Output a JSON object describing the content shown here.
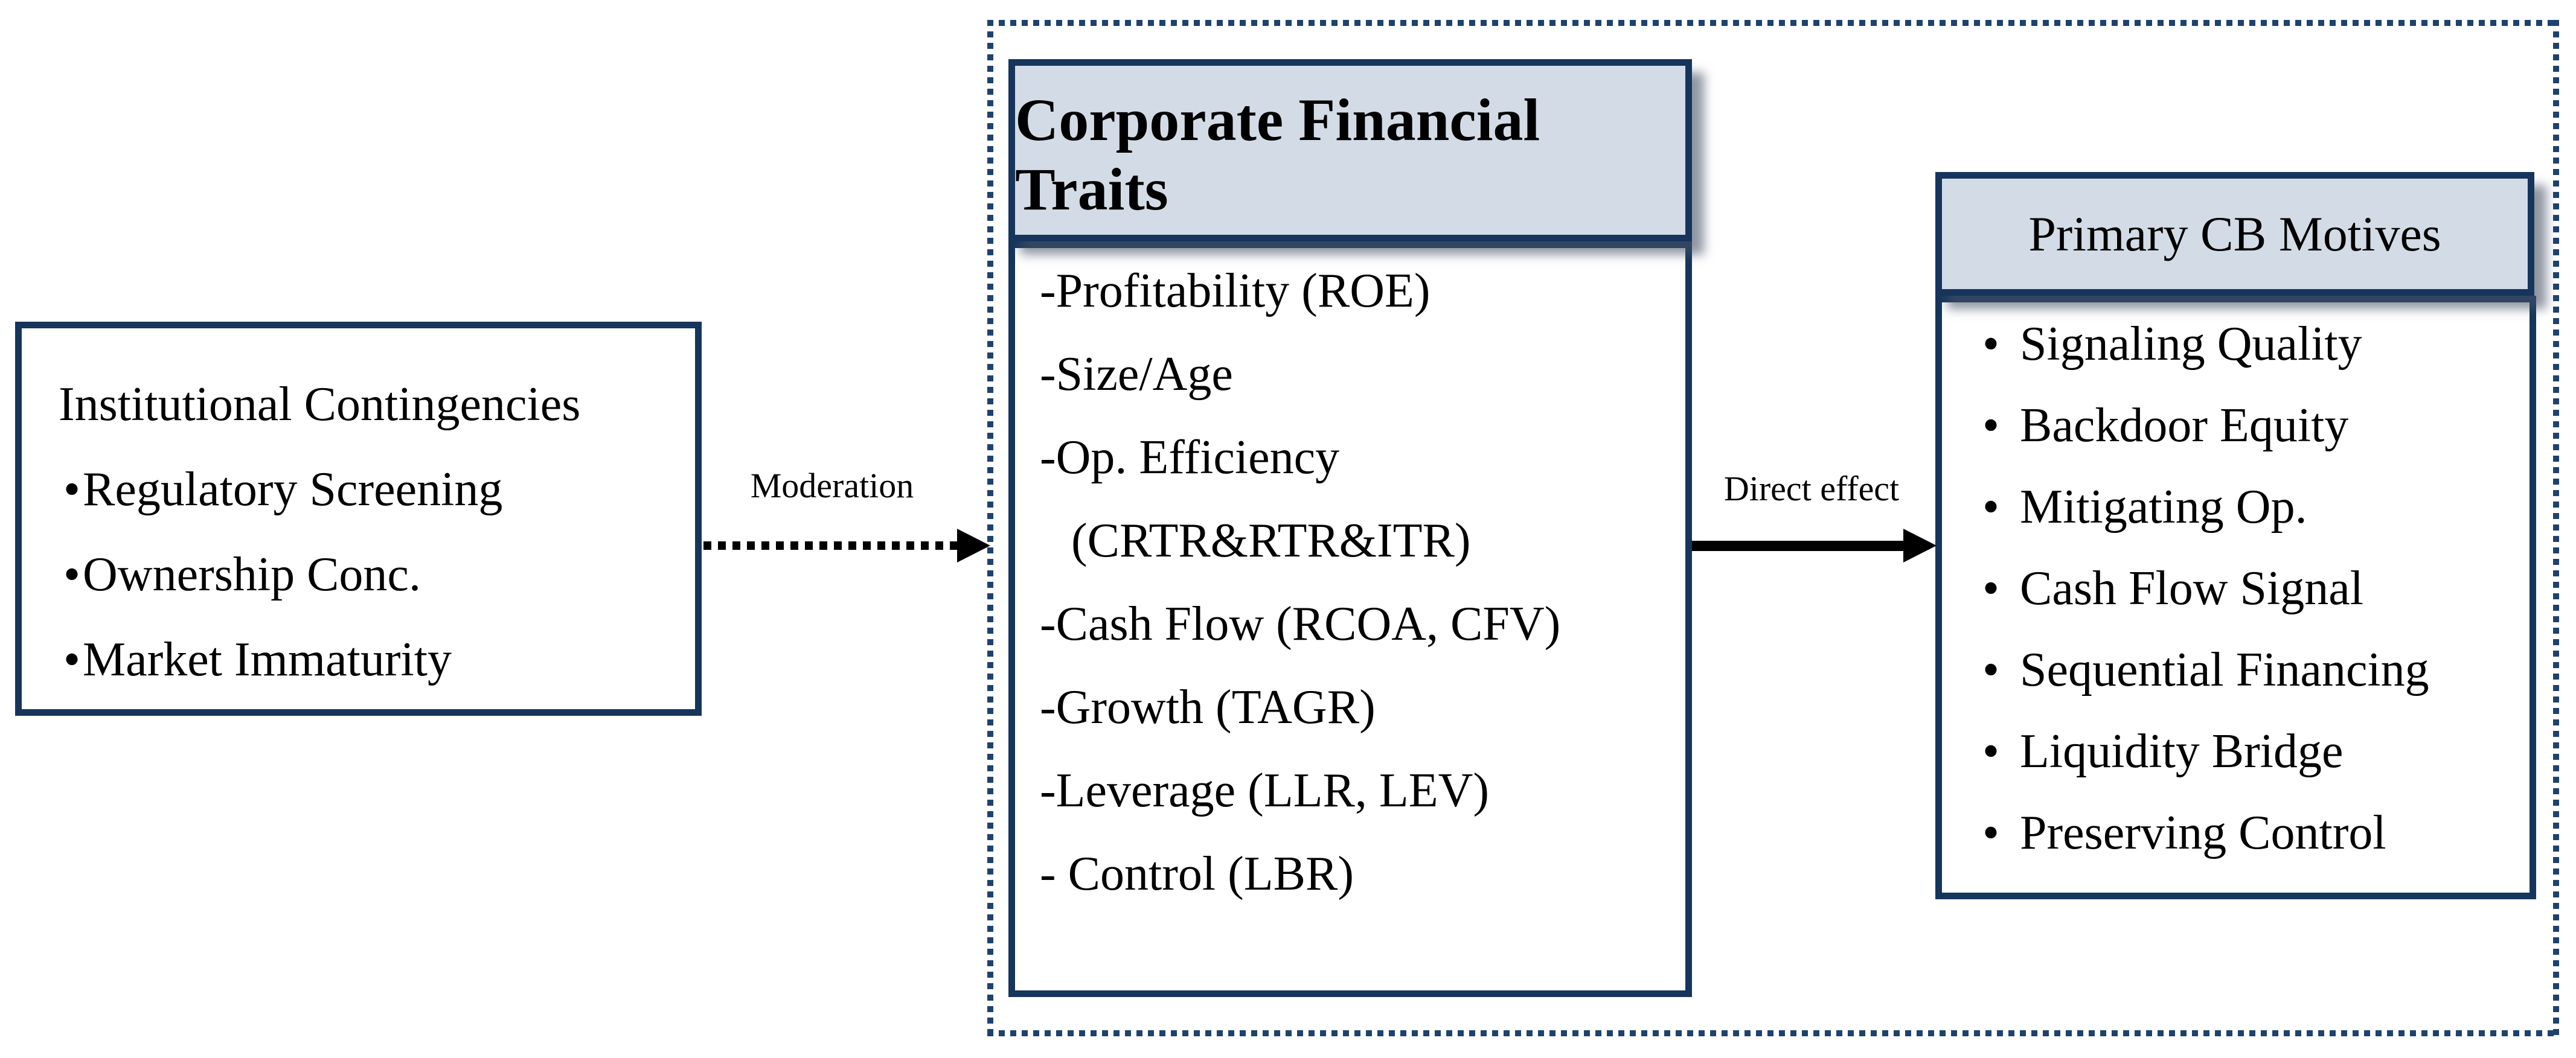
{
  "diagram": {
    "left_box": {
      "title": "Institutional Contingencies",
      "bullet": "•",
      "items": [
        "Regulatory Screening",
        "Ownership Conc.",
        "Market Immaturity"
      ]
    },
    "moderation_arrow": {
      "label": "Moderation",
      "style": "dotted"
    },
    "direct_arrow": {
      "label": "Direct effect",
      "style": "solid"
    },
    "middle_box": {
      "header": "Corporate Financial Traits",
      "items": [
        "-Profitability (ROE)",
        "-Size/Age",
        "-Op. Efficiency",
        "(CRTR&RTR&ITR)",
        "-Cash Flow (RCOA, CFV)",
        "-Growth (TAGR)",
        "-Leverage (LLR, LEV)",
        "- Control (LBR)"
      ]
    },
    "right_box": {
      "header": "Primary CB Motives",
      "bullet": "•",
      "items": [
        "Signaling Quality",
        "Backdoor Equity",
        "Mitigating Op.",
        "Cash Flow Signal",
        "Sequential Financing",
        "Liquidity Bridge",
        "Preserving Control"
      ]
    },
    "colors": {
      "border-navy": "#16355d",
      "dotted-navy": "#1e4270",
      "header-fill": "#d3dbe6",
      "arrow-black": "#000000"
    }
  }
}
